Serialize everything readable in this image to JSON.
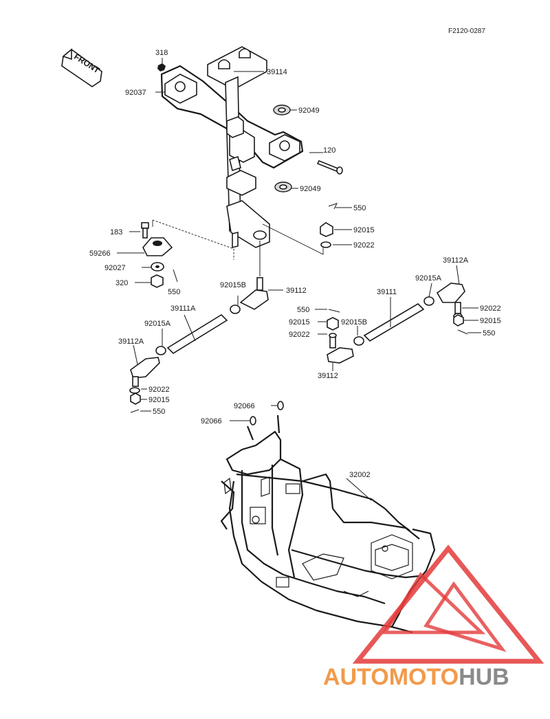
{
  "figure_code": "F2120-0287",
  "front_label": "FRONT",
  "labels": {
    "p318": "318",
    "p39114": "39114",
    "p92037": "92037",
    "p92049a": "92049",
    "p120": "120",
    "p92049b": "92049",
    "p550a": "550",
    "p183": "183",
    "p92015a": "92015",
    "p59266": "59266",
    "p92022a": "92022",
    "p92027": "92027",
    "p320": "320",
    "p550b": "550",
    "p92015Ba": "92015B",
    "p39112a": "39112",
    "p39111A": "39111A",
    "p92015Aa": "92015A",
    "p39112Aa": "39112A",
    "p92022b": "92022",
    "p92015b": "92015",
    "p550c": "550",
    "p39112Ab": "39112A",
    "p92015Ab": "92015A",
    "p39111": "39111",
    "p550d": "550",
    "p92015c": "92015",
    "p92015Bb": "92015B",
    "p92022c": "92022",
    "p39112b": "39112",
    "p92022d": "92022",
    "p92015d": "92015",
    "p550e": "550",
    "p92066a": "92066",
    "p92066b": "92066",
    "p32002": "32002"
  },
  "watermark": {
    "part1": "AUTOMOTO",
    "part2": "HUB",
    "color1": "#f29a4a",
    "color2": "#8a8a8a",
    "triangle_color": "#e43a3a"
  }
}
